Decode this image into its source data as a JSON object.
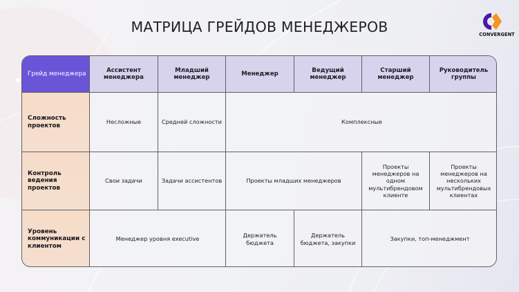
{
  "title": "МАТРИЦА ГРЕЙДОВ МЕНЕДЖЕРОВ",
  "logo": {
    "text": "CONVERGENT",
    "icon": "convergent-logo-icon",
    "colors": {
      "purple": "#4b17a8",
      "orange": "#f7931e"
    }
  },
  "colors": {
    "corner_bg": "#6a55d8",
    "header_bg": "#d8d3ec",
    "row_header_bg": "#f6ddcc",
    "border": "#5e5e66"
  },
  "matrix": {
    "corner_label": "Грейд менеджера",
    "columns": [
      "Ассистент менеджера",
      "Младший менеджер",
      "Менеджер",
      "Ведущий менеджер",
      "Старший менеджер",
      "Руководитель группы"
    ],
    "rows": [
      {
        "label": "Сложность проектов",
        "cells": [
          {
            "text": "Несложные",
            "span": 1
          },
          {
            "text": "Средней сложности",
            "span": 1
          },
          {
            "text": "Комплексные",
            "span": 4
          }
        ]
      },
      {
        "label": "Контроль ведения проектов",
        "cells": [
          {
            "text": "Свои задачи",
            "span": 1
          },
          {
            "text": "Задачи ассистентов",
            "span": 1
          },
          {
            "text": "Проекты младших менеджеров",
            "span": 2
          },
          {
            "text": "Проекты менеджеров на одном мультибрендовом клиенте",
            "span": 1
          },
          {
            "text": "Проекты менеджеров на нескольких мультибрендовых клиентах",
            "span": 1
          }
        ]
      },
      {
        "label": "Уровень коммуникации с клиентом",
        "cells": [
          {
            "text": "Менеджер уровня executive",
            "span": 2
          },
          {
            "text": "Держатель бюджета",
            "span": 1
          },
          {
            "text": "Держатель бюджета, закупки",
            "span": 1
          },
          {
            "text": "Закупки, топ-менеджмент",
            "span": 2
          }
        ]
      }
    ]
  }
}
